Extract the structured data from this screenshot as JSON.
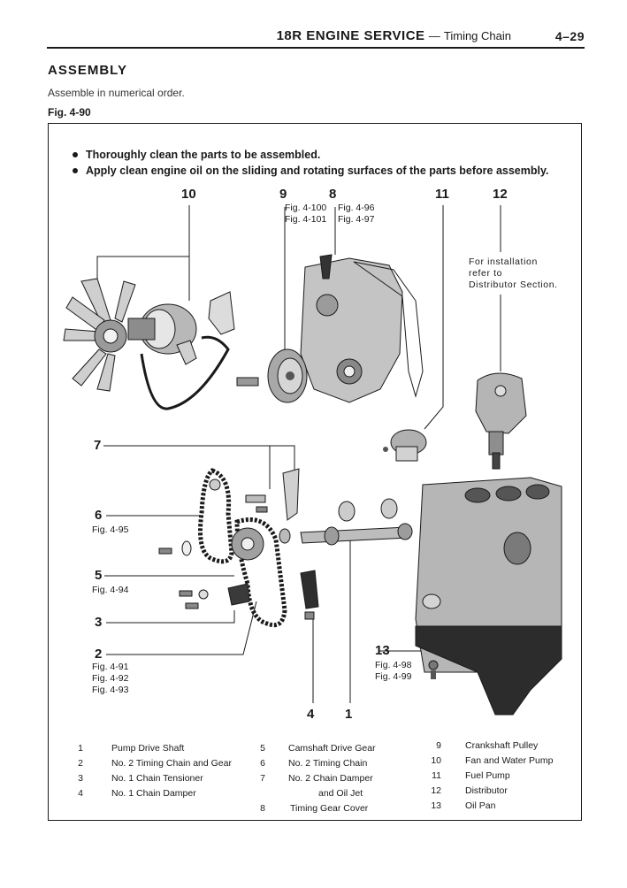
{
  "header": {
    "title": "18R ENGINE SERVICE",
    "dash": "—",
    "subtitle": "Timing Chain",
    "page": "4–29"
  },
  "section": {
    "title": "ASSEMBLY",
    "intro": "Assemble in numerical order.",
    "figure_label": "Fig. 4-90"
  },
  "notes": [
    "Thoroughly clean the parts to be assembled.",
    "Apply clean engine oil on the sliding and rotating surfaces of the parts before assembly."
  ],
  "callouts": {
    "n10": "10",
    "n9": "9",
    "n8": "8",
    "n11": "11",
    "n12": "12",
    "n7": "7",
    "n6": "6",
    "n5": "5",
    "n3": "3",
    "n2": "2",
    "n13": "13",
    "n4": "4",
    "n1": "1"
  },
  "refs": {
    "r9a": "Fig. 4-100",
    "r9b": "Fig. 4-101",
    "r8a": "Fig. 4-96",
    "r8b": "Fig. 4-97",
    "r6": "Fig. 4-95",
    "r5": "Fig. 4-94",
    "r2a": "Fig. 4-91",
    "r2b": "Fig. 4-92",
    "r2c": "Fig. 4-93",
    "r13a": "Fig. 4-98",
    "r13b": "Fig. 4-99"
  },
  "install_note": [
    "For installation",
    "refer to",
    "Distributor Section."
  ],
  "legend": [
    {
      "n": "1",
      "t": "Pump Drive Shaft"
    },
    {
      "n": "2",
      "t": "No. 2 Timing Chain and Gear"
    },
    {
      "n": "3",
      "t": "No. 1 Chain Tensioner"
    },
    {
      "n": "4",
      "t": "No. 1 Chain Damper"
    },
    {
      "n": "5",
      "t": "Camshaft Drive Gear"
    },
    {
      "n": "6",
      "t": "No. 2 Timing Chain"
    },
    {
      "n": "7",
      "t": "No. 2 Chain Damper"
    },
    {
      "n": "",
      "t": "and Oil Jet"
    },
    {
      "n": "8",
      "t": "Timing Gear Cover"
    },
    {
      "n": "9",
      "t": "Crankshaft Pulley"
    },
    {
      "n": "10",
      "t": "Fan and Water Pump"
    },
    {
      "n": "11",
      "t": "Fuel Pump"
    },
    {
      "n": "12",
      "t": "Distributor"
    },
    {
      "n": "13",
      "t": "Oil Pan"
    }
  ]
}
